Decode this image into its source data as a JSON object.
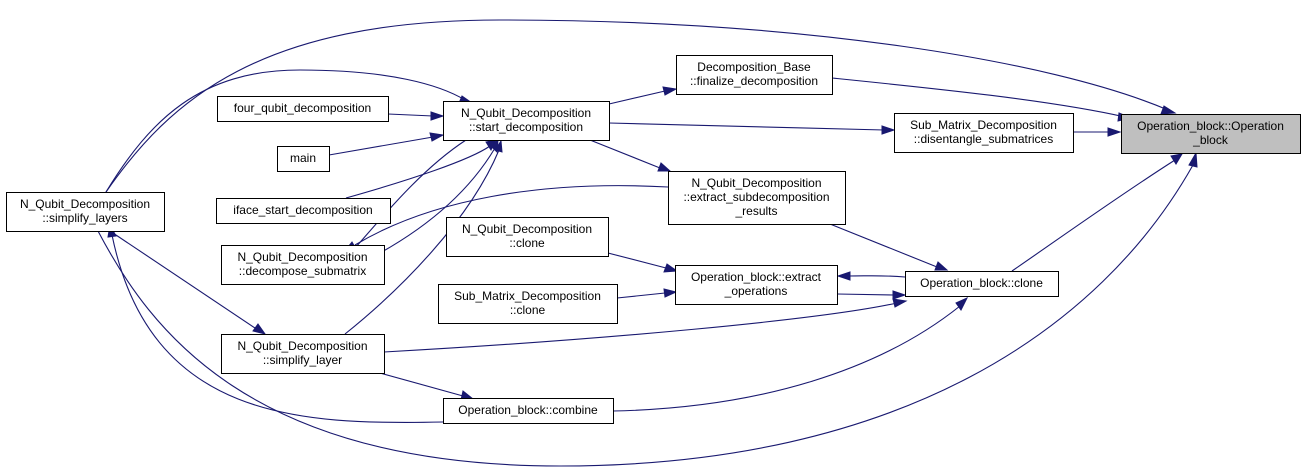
{
  "colors": {
    "edge": "#191970",
    "node_fill": "#ffffff",
    "focus_fill": "#bfbfbf",
    "border": "#000000"
  },
  "nodes": {
    "op_block": {
      "lines": [
        "Operation_block::Operation",
        "_block"
      ]
    },
    "decomp_base": {
      "lines": [
        "Decomposition_Base",
        "::finalize_decomposition"
      ]
    },
    "sub_disentangle": {
      "lines": [
        "Sub_Matrix_Decomposition",
        "::disentangle_submatrices"
      ]
    },
    "op_clone": {
      "lines": [
        "Operation_block::clone"
      ]
    },
    "nq_start": {
      "lines": [
        "N_Qubit_Decomposition",
        "::start_decomposition"
      ]
    },
    "nq_extract_sub": {
      "lines": [
        "N_Qubit_Decomposition",
        "::extract_subdecomposition",
        "_results"
      ]
    },
    "op_extract": {
      "lines": [
        "Operation_block::extract",
        "_operations"
      ]
    },
    "nq_clone": {
      "lines": [
        "N_Qubit_Decomposition",
        "::clone"
      ]
    },
    "sub_clone": {
      "lines": [
        "Sub_Matrix_Decomposition",
        "::clone"
      ]
    },
    "op_combine": {
      "lines": [
        "Operation_block::combine"
      ]
    },
    "four_qubit": {
      "lines": [
        "four_qubit_decomposition"
      ]
    },
    "main": {
      "lines": [
        "main"
      ]
    },
    "iface": {
      "lines": [
        "iface_start_decomposition"
      ]
    },
    "nq_decompose_sub": {
      "lines": [
        "N_Qubit_Decomposition",
        "::decompose_submatrix"
      ]
    },
    "nq_simplify_layer": {
      "lines": [
        "N_Qubit_Decomposition",
        "::simplify_layer"
      ]
    },
    "nq_simplify_layers": {
      "lines": [
        "N_Qubit_Decomposition",
        "::simplify_layers"
      ]
    }
  }
}
